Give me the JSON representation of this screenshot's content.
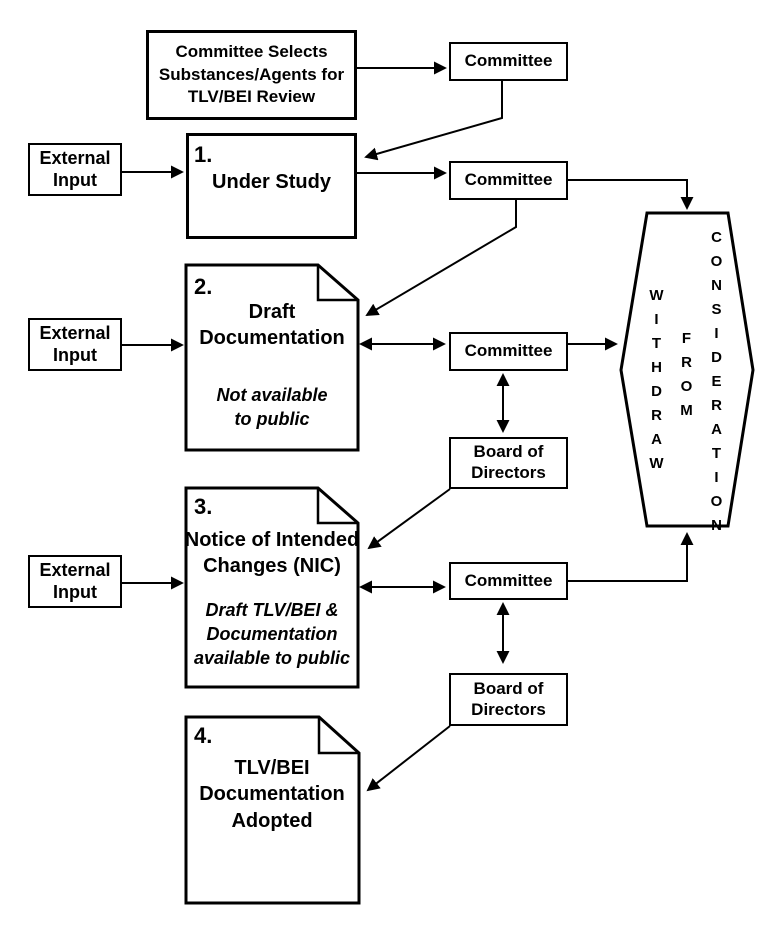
{
  "palette": {
    "ink": "#000000",
    "paper": "#ffffff"
  },
  "nodes": {
    "selection": "Committee Selects\nSubstances/Agents for\nTLV/BEI Review",
    "external_input": "External\nInput",
    "committee": "Committee",
    "board": "Board of\nDirectors",
    "steps": [
      {
        "number": "1.",
        "title": "Under Study"
      },
      {
        "number": "2.",
        "title": "Draft\nDocumentation",
        "note": "Not available\nto public"
      },
      {
        "number": "3.",
        "title": "Notice of Intended\nChanges (NIC)",
        "note": "Draft TLV/BEI &\nDocumentation\navailable to public"
      },
      {
        "number": "4.",
        "title": "TLV/BEI\nDocumentation\nAdopted"
      }
    ],
    "withdraw": {
      "word1": "WITHDRAW",
      "word2": "FROM",
      "word3": "CONSIDERATION"
    }
  }
}
